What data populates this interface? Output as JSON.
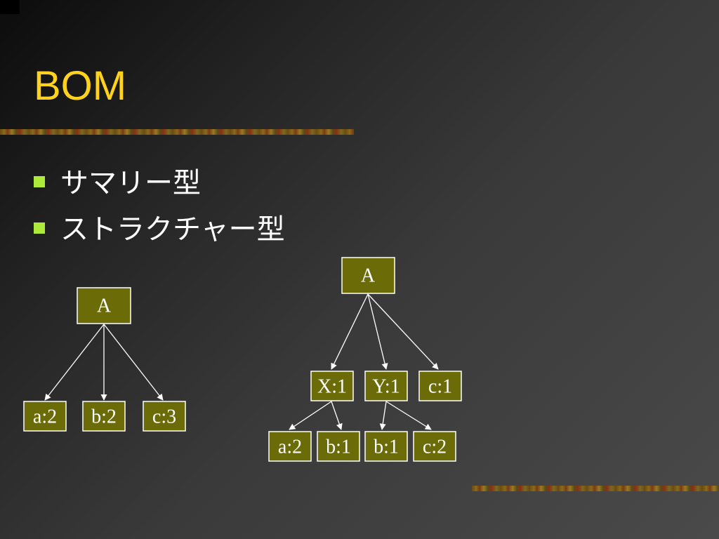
{
  "slide": {
    "title": "BOM",
    "bullets": [
      "サマリー型",
      "ストラクチャー型"
    ]
  },
  "summary_tree": {
    "root": "A",
    "children": [
      "a:2",
      "b:2",
      "c:3"
    ]
  },
  "structure_tree": {
    "root": "A",
    "level1": [
      "X:1",
      "Y:1",
      "c:1"
    ],
    "level2": [
      "a:2",
      "b:1",
      "b:1",
      "c:2"
    ]
  },
  "colors": {
    "title": "#ffd21e",
    "bullet": "#aeea3a",
    "node_fill": "#6b6b08",
    "node_border": "#ffffff"
  }
}
